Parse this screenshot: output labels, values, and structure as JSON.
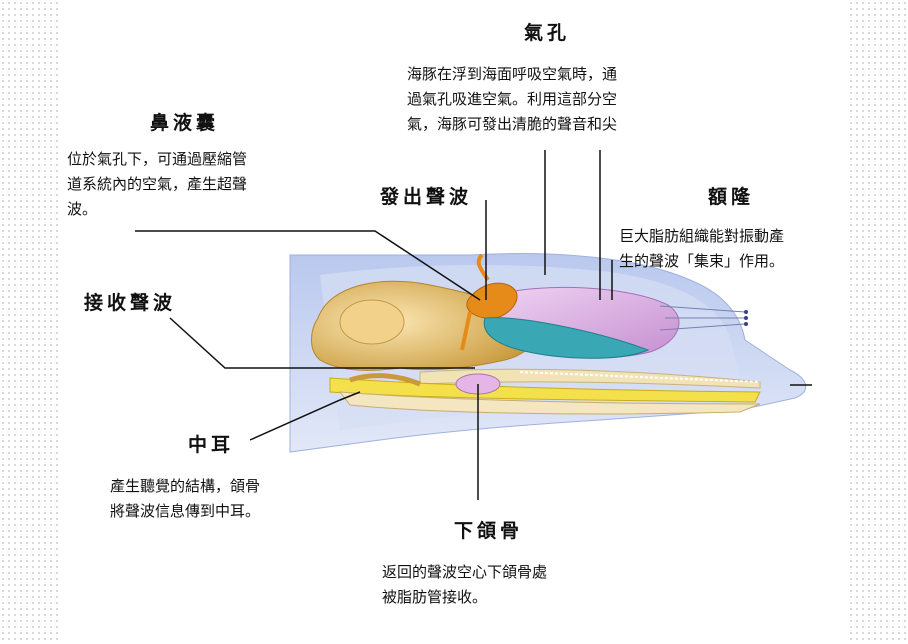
{
  "labels": {
    "blowhole": {
      "title": "氣孔",
      "desc": "海豚在浮到海面呼吸空氣時，通\n過氣孔吸進空氣。利用這部分空\n氣，海豚可發出清脆的聲音和尖"
    },
    "nasal_sac": {
      "title": "鼻液囊",
      "desc": "位於氣孔下，可通過壓縮管\n道系統內的空氣，產生超聲\n波。"
    },
    "emit_sound": {
      "title": "發出聲波"
    },
    "melon": {
      "title": "額隆",
      "desc": "巨大脂肪組織能對振動產\n生的聲波「集束」作用。"
    },
    "receive_sound": {
      "title": "接收聲波"
    },
    "middle_ear": {
      "title": "中耳",
      "desc": "產生聽覺的結構，頜骨\n將聲波信息傳到中耳。"
    },
    "lower_jaw": {
      "title": "下頜骨",
      "desc": "返回的聲波空心下頜骨處\n被脂肪管接收。"
    }
  },
  "colors": {
    "head_outline": "#c7d3ee",
    "skull": "#e8c47a",
    "melon": "#d9a8e0",
    "nasal": "#e68a1a",
    "tongue": "#3aa7b5",
    "jaw_fat": "#f3e04a"
  }
}
